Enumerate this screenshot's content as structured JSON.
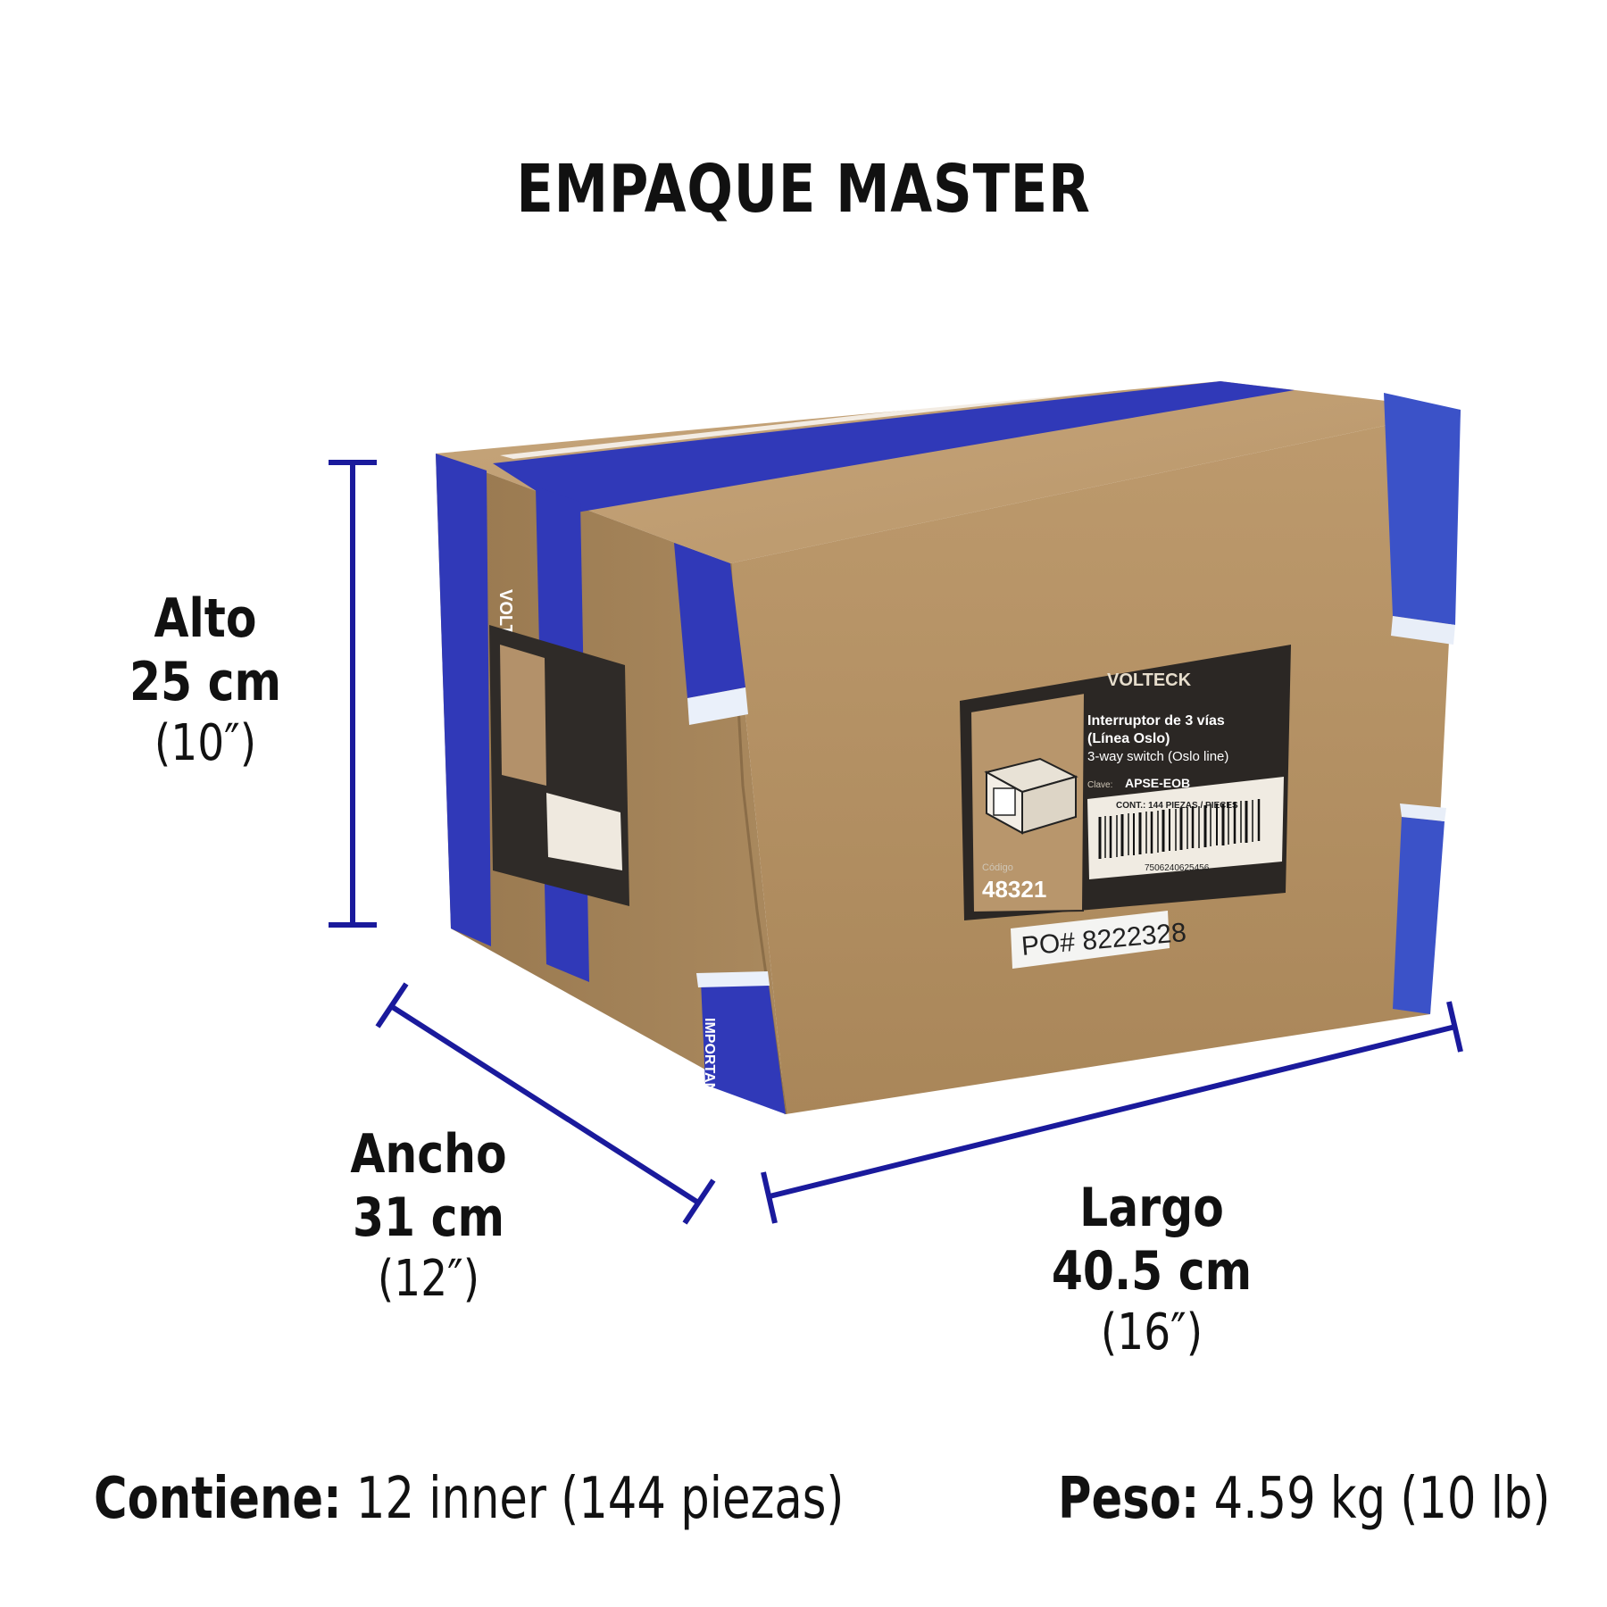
{
  "title": "EMPAQUE MASTER",
  "dimensions": {
    "alto": {
      "label": "Alto",
      "metric": "25 cm",
      "imperial": "(10″)"
    },
    "ancho": {
      "label": "Ancho",
      "metric": "31 cm",
      "imperial": "(12″)"
    },
    "largo": {
      "label": "Largo",
      "metric": "40.5 cm",
      "imperial": "(16″)"
    }
  },
  "footer": {
    "contiene_label": "Contiene:",
    "contiene_value": "12 inner (144 piezas)",
    "peso_label": "Peso:",
    "peso_value": "4.59 kg (10 lb)"
  },
  "box_label": {
    "brand": "VOLTECK",
    "name_es_line1": "Interruptor de 3 vías",
    "name_es_line2": "(Línea Oslo)",
    "name_en": "3-way switch (Oslo line)",
    "clave_label": "Clave:",
    "clave": "APSE-EOB",
    "contents": "CONT.: 144 PIEZAS / PIECES",
    "barcode_number": "7506240625456",
    "codigo_label": "Código",
    "codigo": "48321",
    "po": "PO# 8222328"
  },
  "tape": {
    "brand": "VOLTECK",
    "notice": "IMPORTANTE"
  },
  "colors": {
    "dimension_line": "#1a1a9c",
    "cardboard_front": "#b08e64",
    "cardboard_top": "#bf9d72",
    "cardboard_side": "#9f7f57",
    "tape": "#2e36b8"
  }
}
